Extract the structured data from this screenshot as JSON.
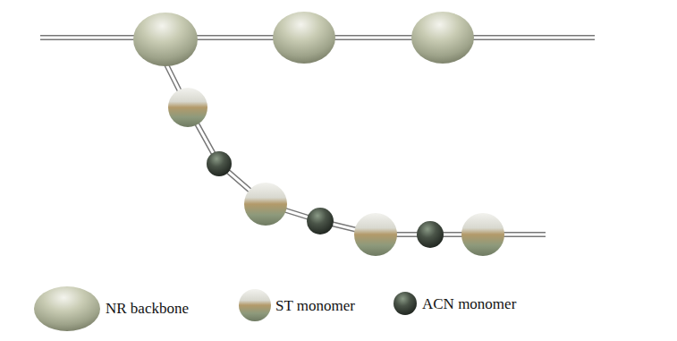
{
  "diagram": {
    "legend": [
      {
        "text": "NR backbone"
      },
      {
        "text": "ST monomer"
      },
      {
        "text": "ACN monomer"
      }
    ]
  }
}
